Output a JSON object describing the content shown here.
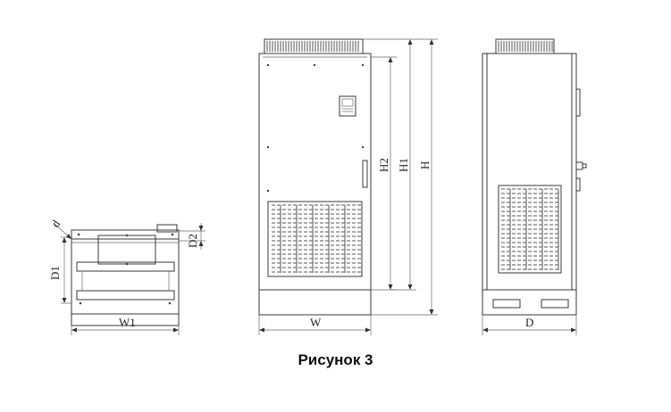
{
  "figure": {
    "caption": "Рисунок 3",
    "labels": {
      "w1": "W1",
      "d1": "D1",
      "d2": "D2",
      "d": "d",
      "w": "W",
      "h": "H",
      "h1": "H1",
      "h2": "H2",
      "depth": "D"
    }
  }
}
